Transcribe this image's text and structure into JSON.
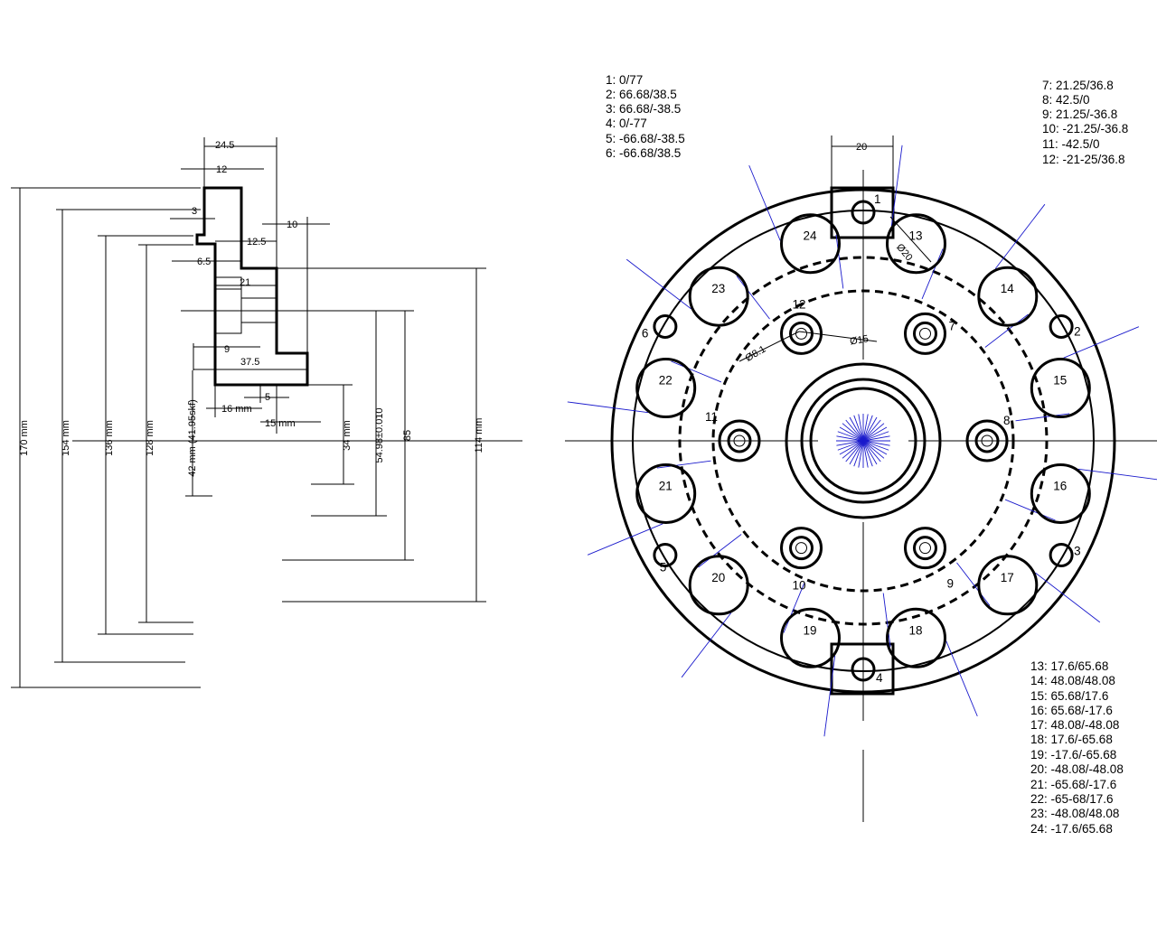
{
  "coords_left": [
    "1: 0/77",
    "2: 66.68/38.5",
    "3: 66.68/-38.5",
    "4: 0/-77",
    "5: -66.68/-38.5",
    "6: -66.68/38.5"
  ],
  "coords_right": [
    "7: 21.25/36.8",
    "8: 42.5/0",
    "9: 21.25/-36.8",
    "10: -21.25/-36.8",
    "11: -42.5/0",
    "12: -21-25/36.8"
  ],
  "coords_bottom": [
    "13: 17.6/65.68",
    "14: 48.08/48.08",
    "15: 65.68/17.6",
    "16: 65.68/-17.6",
    "17: 48.08/-48.08",
    "18: 17.6/-65.68",
    "19: -17.6/-65.68",
    "20: -48.08/-48.08",
    "21: -65.68/-17.6",
    "22: -65-68/17.6",
    "23: -48.08/48.08",
    "24: -17.6/65.68"
  ],
  "section_dims": {
    "d24_5": "24.5",
    "d12": "12",
    "d3": "3",
    "d10": "10",
    "d12_5": "12.5",
    "d6_5": "6.5",
    "d21": "21",
    "d9": "9",
    "d37_5": "37.5",
    "d5": "5",
    "d16mm": "16 mm",
    "d15mm": "15 mm",
    "v170": "170 mm",
    "v154": "154 mm",
    "v136": "136 mm",
    "v128": "128 mm",
    "v42": "42 mm  (41.95skf)",
    "v34": "34 mm",
    "v54": "54.98±0.010",
    "v85": "85",
    "v114": "114 mm"
  },
  "flange_dims": {
    "w20": "20",
    "dia20": "Ø20",
    "dia8_1": "Ø8.1",
    "dia15": "Ø15"
  },
  "hole_labels": {
    "h1": "1",
    "h2": "2",
    "h3": "3",
    "h4": "4",
    "h5": "5",
    "h6": "6",
    "h7": "7",
    "h8": "8",
    "h9": "9",
    "h10": "10",
    "h11": "11",
    "h12": "12",
    "h13": "13",
    "h14": "14",
    "h15": "15",
    "h16": "16",
    "h17": "17",
    "h18": "18",
    "h19": "19",
    "h20": "20",
    "h21": "21",
    "h22": "22",
    "h23": "23",
    "h24": "24"
  },
  "colors": {
    "ink": "#000000",
    "construction": "#1a1acc"
  }
}
